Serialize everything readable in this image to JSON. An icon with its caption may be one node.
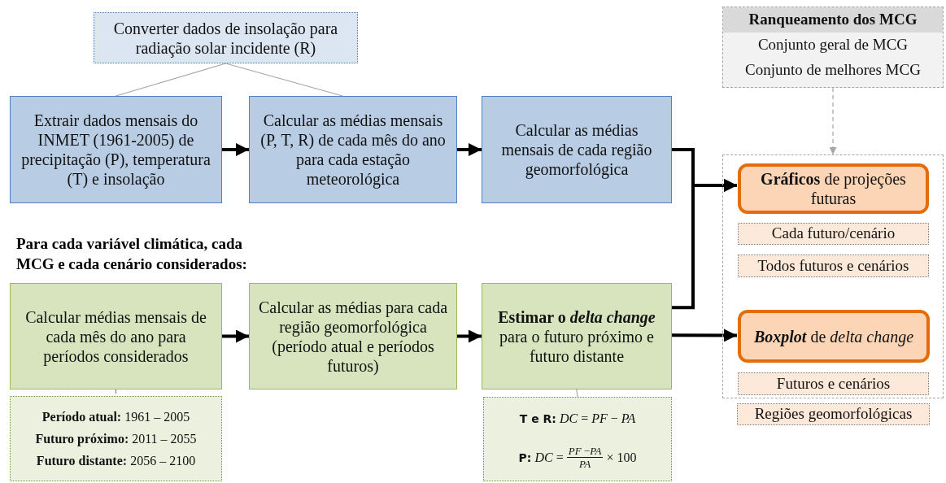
{
  "diagram": {
    "nodes": [
      {
        "text": [
          "Converter dados de insolação para radiação solar incidente (R)"
        ]
      },
      {
        "text": [
          "Extrair dados mensais do INMET (1961-2005) de precipitação (P), temperatura (T) e insolação"
        ]
      },
      {
        "text": [
          "Calcular as médias mensais (P, T, R) de cada mês do ano para cada estação meteorológica"
        ]
      },
      {
        "text": [
          "Calcular as médias mensais de cada região geomorfológica"
        ]
      },
      {
        "text": [
          "Ranqueamento dos MCG",
          "Conjunto geral de MCG",
          "Conjunto de melhores MCG"
        ]
      },
      {
        "text": [],
        "shape": "box"
      },
      {
        "text": [
          "**Gráficos** de projeções futuras"
        ],
        "in": 5
      },
      {
        "text": [
          "Cada futuro/cenário"
        ],
        "in": 5
      },
      {
        "text": [
          "Todos futuros e cenários"
        ],
        "in": 5
      },
      {
        "text": [
          "**Boxplot** de *delta change*"
        ],
        "in": 5
      },
      {
        "text": [
          "Futuros e cenários"
        ],
        "in": 5
      },
      {
        "text": [
          "Regiões geomorfológicas"
        ]
      },
      {
        "text": [
          "Calcular médias mensais de cada mês do ano para períodos considerados"
        ]
      },
      {
        "text": [
          "Calcular as médias para cada região geomorfológica (período atual e períodos futuros)"
        ]
      },
      {
        "text": [
          "**Estimar o** **delta change** para o futuro próximo e futuro distante"
        ]
      },
      {
        "text": [
          "**Período atual:** 1961 – 2005",
          "**Futuro próximo:** 2011 – 2055",
          "**Futuro distante:** 2056 – 2100"
        ]
      },
      {
        "text": [
          "**T e R:** *DC* = *PF* − *PA*",
          "**P:** *DC* =",
          "*PF* −*PA*",
          "*PA*",
          "× 100"
        ]
      }
    ],
    "edges": [
      {
        "from": 0,
        "to": 1,
        "arrow": "none",
        "color": "#a6a6a6"
      },
      {
        "from": 0,
        "to": 2,
        "arrow": "none",
        "color": "#a6a6a6"
      },
      {
        "from": 1,
        "to": 2,
        "arrow": "to"
      },
      {
        "from": 2,
        "to": 3,
        "arrow": "to"
      },
      {
        "from": 3,
        "to": 6,
        "arrow": "to"
      },
      {
        "from": 4,
        "to": 5,
        "arrow": "to",
        "style": "dashed",
        "color": "#a6a6a6"
      },
      {
        "from": 12,
        "to": 13,
        "arrow": "to"
      },
      {
        "from": 13,
        "to": 14,
        "arrow": "to"
      },
      {
        "from": 14,
        "to": 6,
        "arrow": "to"
      },
      {
        "from": 14,
        "to": 9,
        "arrow": "to"
      },
      {
        "from": 12,
        "to": 15,
        "arrow": "none",
        "style": "dashed",
        "color": "#7f7f7f"
      },
      {
        "from": 14,
        "to": 16,
        "arrow": "none",
        "color": "#a6a6a6"
      }
    ],
    "labels": [
      "Para cada variável climática, cada MCG e cada cenário considerados:"
    ]
  }
}
